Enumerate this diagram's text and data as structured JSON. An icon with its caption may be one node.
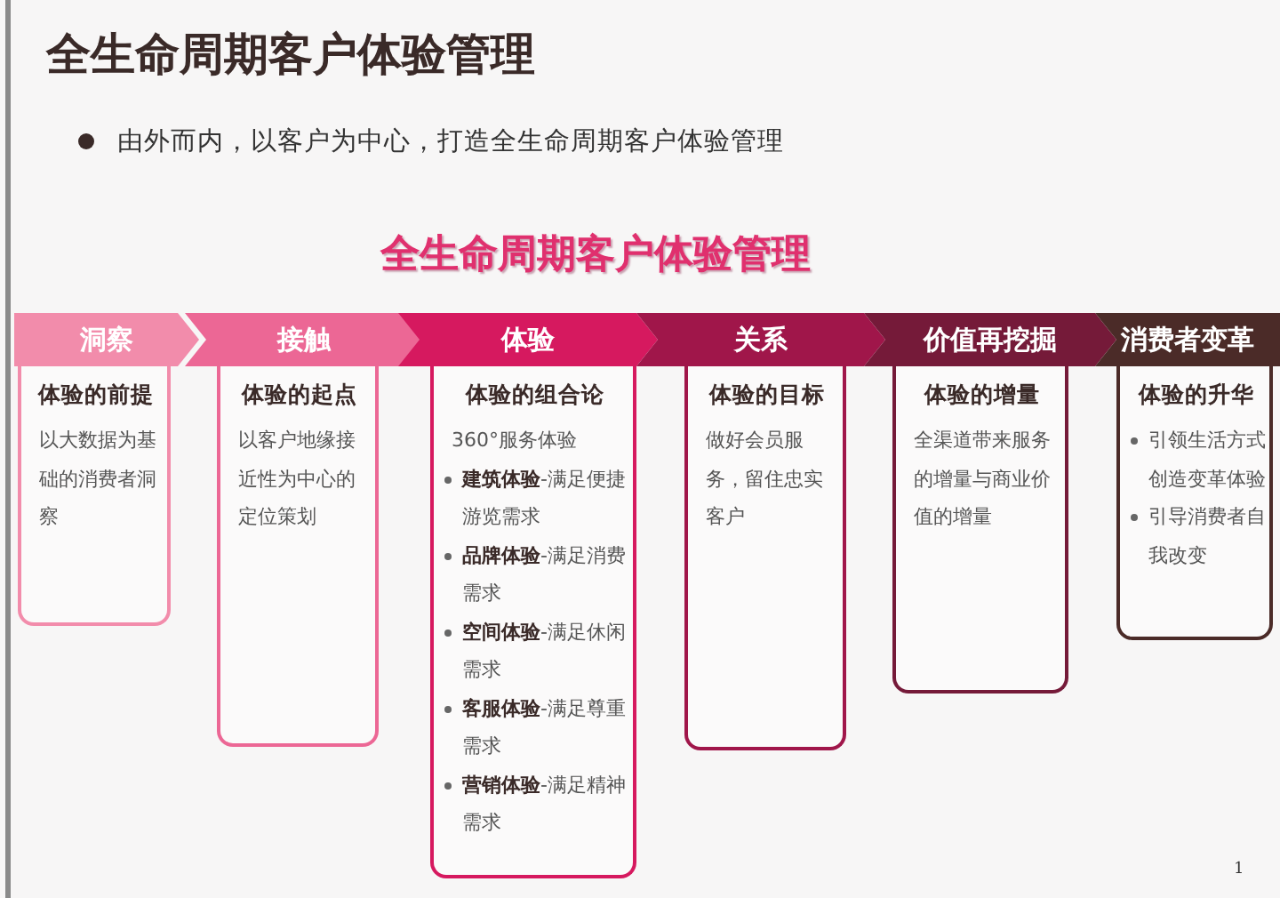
{
  "diagram": {
    "title": "全生命周期客户体验管理",
    "nodes": [
      {
        "text": [
          "洞察"
        ]
      },
      {
        "text": [
          "接触"
        ]
      },
      {
        "text": [
          "体验"
        ]
      },
      {
        "text": [
          "关系"
        ]
      },
      {
        "text": [
          "价值再挖掘"
        ]
      },
      {
        "text": [
          "消费者变革"
        ]
      },
      {
        "text": [
          "体验的前提",
          "以大数据为基础的消费者洞察"
        ]
      },
      {
        "text": [
          "体验的起点",
          "以客户地缘接近性为中心的定位策划"
        ]
      },
      {
        "text": [
          "体验的组合论",
          "360°服务体验",
          "**建筑体验**-满足便捷游览需求",
          "**品牌体验**-满足消费需求",
          "**空间体验**-满足休闲需求",
          "**客服体验**-满足尊重需求",
          "**营销体验**-满足精神需求"
        ]
      },
      {
        "text": [
          "体验的目标",
          "做好会员服务，留住忠实客户"
        ]
      },
      {
        "text": [
          "体验的增量",
          "全渠道带来服务的增量与商业价值的增量"
        ]
      },
      {
        "text": [
          "体验的升华",
          "引领生活方式创造变革体验",
          "引导消费者自我改变"
        ]
      }
    ],
    "labels": [
      "由外而内，以客户为中心，打造全生命周期客户体验管理",
      "全生命周期客户体验管理",
      "1"
    ]
  }
}
